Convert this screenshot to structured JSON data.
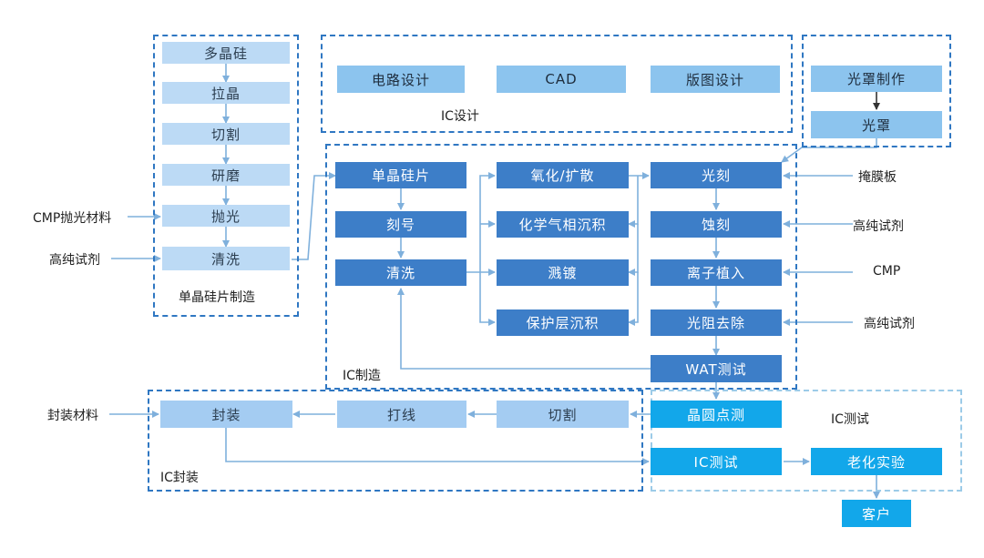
{
  "colors": {
    "dashed_border": "#2f77c2",
    "light_dashed_border": "#9ccbe8",
    "arrow": "#7fb0dc",
    "box_pale": "#bcdaf5",
    "box_dark": "#3d7ec8",
    "box_cyan": "#12a7ea"
  },
  "wafer": {
    "title": "单晶硅片制造",
    "steps": [
      "多晶硅",
      "拉晶",
      "切割",
      "研磨",
      "抛光",
      "清洗"
    ]
  },
  "design": {
    "title": "IC设计",
    "steps": [
      "电路设计",
      "CAD",
      "版图设计"
    ]
  },
  "mask": {
    "steps": [
      "光罩制作",
      "光罩"
    ]
  },
  "fab": {
    "title": "IC制造",
    "col1": [
      "单晶硅片",
      "刻号",
      "清洗"
    ],
    "col2": [
      "氧化/扩散",
      "化学气相沉积",
      "溅镀",
      "保护层沉积"
    ],
    "col3": [
      "光刻",
      "蚀刻",
      "离子植入",
      "光阻去除",
      "WAT测试"
    ]
  },
  "packaging": {
    "title": "IC封装",
    "steps": [
      "封装",
      "打线",
      "切割"
    ]
  },
  "testing": {
    "title": "IC测试",
    "steps": [
      "晶圆点测",
      "IC测试",
      "老化实验",
      "客户"
    ]
  },
  "inputs": {
    "cmp_material": "CMP抛光材料",
    "high_purity_1": "高纯试剂",
    "photomask_blank": "掩膜板",
    "high_purity_2": "高纯试剂",
    "cmp": "CMP",
    "high_purity_3": "高纯试剂",
    "package_material": "封装材料"
  }
}
